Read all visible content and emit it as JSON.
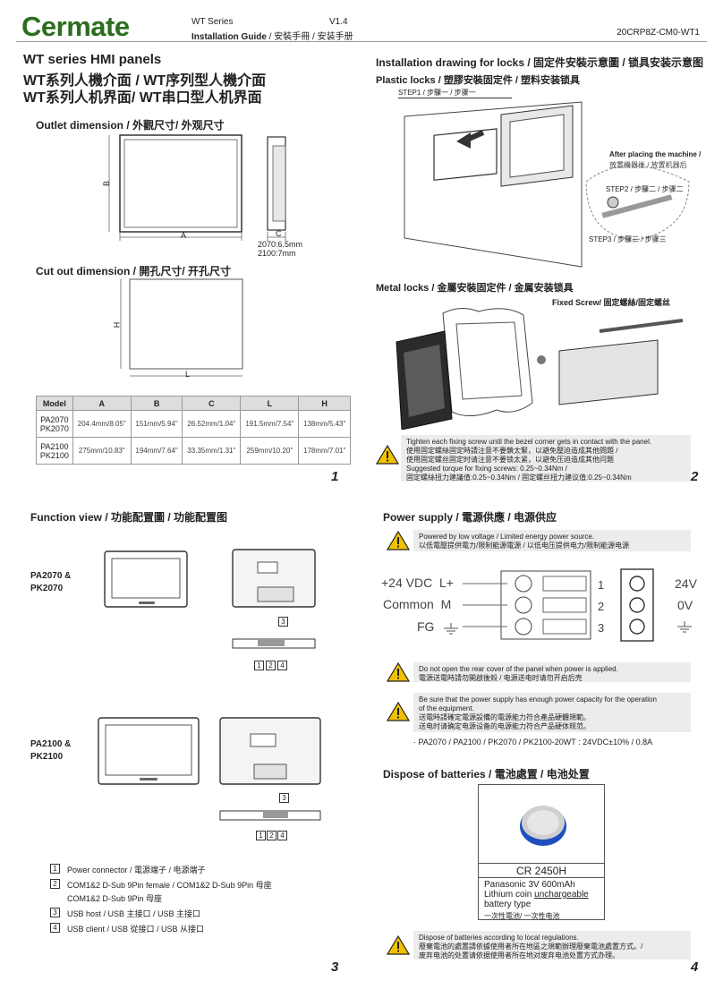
{
  "header": {
    "logo": "Cermate",
    "series": "WT Series",
    "guide_bold": "Installation Guide",
    "guide_rest": " / 安裝手冊 / 安装手册",
    "version": "V1.4",
    "doc_code": "20CRP8Z-CM0-WT1"
  },
  "page1": {
    "title1": "WT series HMI panels",
    "title2": "WT系列人機介面 / WT序列型人機介面",
    "title3": "WT系列人机界面/ WT串口型人机界面",
    "outlet": "Outlet dimension / 外觀尺寸/ 外观尺寸",
    "cutout": "Cut out dimension / 開孔尺寸/ 开孔尺寸",
    "dim_a": "A",
    "dim_b": "B",
    "dim_c": "C",
    "dim_h": "H",
    "dim_l": "L",
    "c_note1": "2070:6.5mm",
    "c_note2": "2100:7mm",
    "table": {
      "headers": [
        "Model",
        "A",
        "B",
        "C",
        "L",
        "H"
      ],
      "rows": [
        [
          "PA2070\nPK2070",
          "204.4mm/8.05\"",
          "151mm/5.94\"",
          "26.52mm/1.04\"",
          "191.5mm/7.54\"",
          "138mm/5.43\""
        ],
        [
          "PA2100\nPK2100",
          "275mm/10.83\"",
          "194mm/7.64\"",
          "33.35mm/1.31\"",
          "259mm/10.20\"",
          "178mm/7.01\""
        ]
      ]
    },
    "page_no": "1"
  },
  "page2": {
    "title": "Installation drawing for locks / 固定件安裝示意圖 / 锁具安装示意图",
    "plastic": "Plastic locks / 塑膠安裝固定件 / 塑料安装锁具",
    "step1": "STEP1 / 步驟一 / 步骤一",
    "after1": "After placing the machine /",
    "after2": "放置機器後 / 放置机器后",
    "step2": "STEP2 / 步驟二 / 步骤二",
    "step3": "STEP3 / 步驟三 / 步骤三",
    "metal": "Metal locks / 金屬安裝固定件 / 金属安装锁具",
    "screw": "Fixed Screw/ 固定螺絲/固定螺丝",
    "warn1": "Tighten each fixing screw until the bezel corner gets in contact with the panel.",
    "warn2": "使用固定螺絲固定時請注意不要鎖太緊，以避免壓迫造成其他問題 /",
    "warn3": "使用固定螺丝固定时请注意不要锁太紧，以避免压迫造成其他问题",
    "warn4": "Suggested torque for fixing screws: 0.25~0.34Nm /",
    "warn5": "固定螺絲扭力建議值:0.25~0.34Nm / 固定螺丝扭力建议值:0.25~0.34Nm",
    "page_no": "2"
  },
  "page3": {
    "title": "Function view / 功能配置圖 / 功能配置图",
    "m1a": "PA2070 &",
    "m1b": "PK2070",
    "m2a": "PA2100 &",
    "m2b": "PK2100",
    "n1": "1",
    "n2": "2",
    "n3": "3",
    "n4": "4",
    "legend": [
      {
        "num": "1",
        "text": "Power connector / 電源端子 / 电源端子"
      },
      {
        "num": "2",
        "text": "COM1&2 D-Sub 9Pin female / COM1&2 D-Sub 9Pin 母座"
      },
      {
        "num": "",
        "text": "COM1&2 D-Sub 9Pin 母座"
      },
      {
        "num": "3",
        "text": "USB host / USB 主接口 / USB 主接口"
      },
      {
        "num": "4",
        "text": "USB client / USB 從接口 / USB 从接口"
      }
    ],
    "page_no": "3"
  },
  "page4": {
    "power_title": "Power supply / 電源供應 / 电源供应",
    "pw1": "Powered by low voltage / Limited energy power source.",
    "pw2": "以低電壓提供電力/限制能源電源 / 以低电压提供电力/限制能源电源",
    "lbl1": "+24 VDC  L+",
    "lbl2": "Common  M",
    "lbl3": "FG",
    "pin1": "1",
    "pin2": "2",
    "pin3": "3",
    "v1": "24V",
    "v2": "0V",
    "rc1": "Do not open the rear cover of the panel when power is applied.",
    "rc2": "電源送電時請勿開啟後殼 / 电源送电时请勿开启后壳",
    "cap1": "Be sure that the power supply has enough power capacity for the operation",
    "cap2": "of the equipment.",
    "cap3": "送電時請確定電源設備的電源能力符合產品硬體規範。",
    "cap4": "送电时请确定电源设备的电源能力符合产品硬体规范。",
    "spec": "· PA2070 / PA2100 / PK2070 / PK2100-20WT : 24VDC±10% / 0.8A",
    "battery_title": "Dispose of batteries / 電池處置 / 电池处置",
    "cell": "CR 2450H",
    "b1": "Panasonic 3V 600mAh",
    "b2a": "Lithium coin ",
    "b2b": "unchargeable",
    "b3": "battery type",
    "b4": "一次性電池/ 一次性电池",
    "d1": "Dispose of batteries according to local regulations.",
    "d2": "廢棄電池的處置請依據使用者所在地區之規範辦理廢棄電池處置方式。/",
    "d3": "废弃电池的处置请依据使用者所在地对废弃电池处置方式办理。",
    "page_no": "4"
  }
}
